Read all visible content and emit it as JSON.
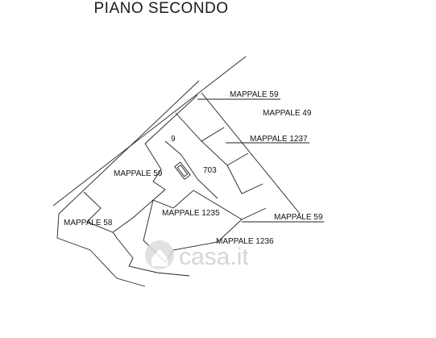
{
  "title": "PIANO SECONDO",
  "labels": {
    "mappale_59_top": "MAPPALE 59",
    "mappale_49": "MAPPALE 49",
    "mappale_1237": "MAPPALE 1237",
    "number_9": "9",
    "number_703": "703",
    "mappale_59_left": "MAPPALE 59",
    "mappale_1235": "MAPPALE 1235",
    "mappale_59_right": "MAPPALE 59",
    "mappale_58": "MAPPALE 58",
    "mappale_1236": "MAPPALE 1236"
  },
  "watermark": {
    "text": "casa.it",
    "icon": "house-logo-icon"
  }
}
